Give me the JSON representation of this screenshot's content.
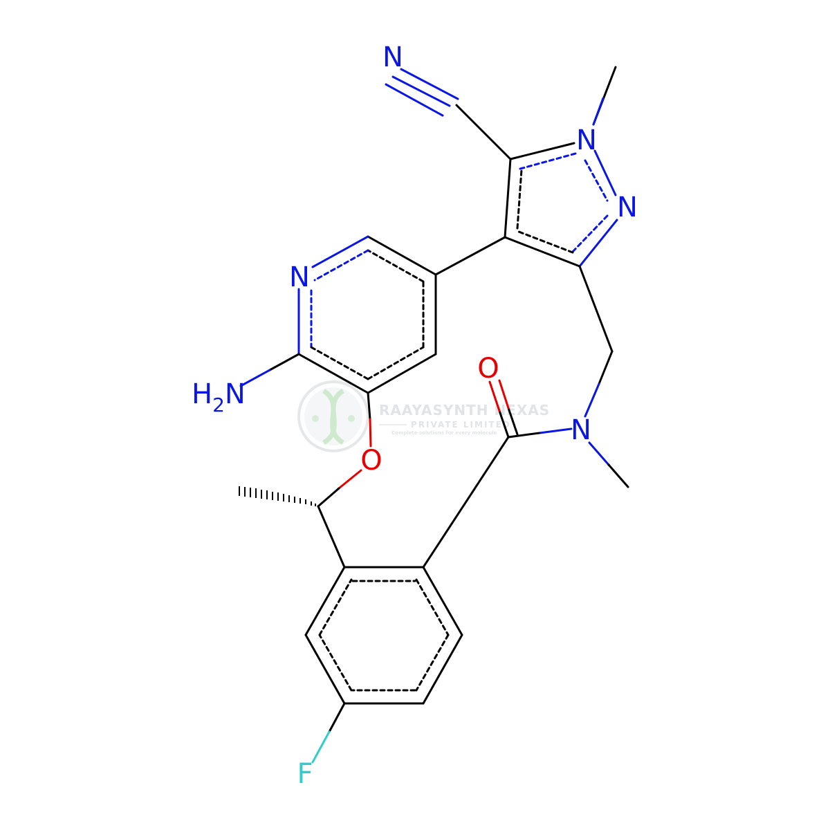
{
  "molecule": {
    "labels": {
      "nitrile_n": "N",
      "pyrazole_n1": "N",
      "pyrazole_n2": "N",
      "pyridine_n": "N",
      "amine": {
        "main": "H",
        "sub": "2",
        "tail": "N"
      },
      "amide_o": "O",
      "amide_n": "N",
      "ether_o": "O",
      "fluorine": "F"
    },
    "colors": {
      "bond": "#000000",
      "nitrogen": "#0a16e6",
      "oxygen": "#e60000",
      "fluorine": "#33cccc"
    }
  },
  "watermark": {
    "title": "RAAYASYNTH NEXAS",
    "subtitle": "PRIVATE LIMITED",
    "tagline": "Complete solutions for every molecule",
    "colors": {
      "text": "#c9cdd2",
      "logo": "#b8e0b8"
    }
  }
}
